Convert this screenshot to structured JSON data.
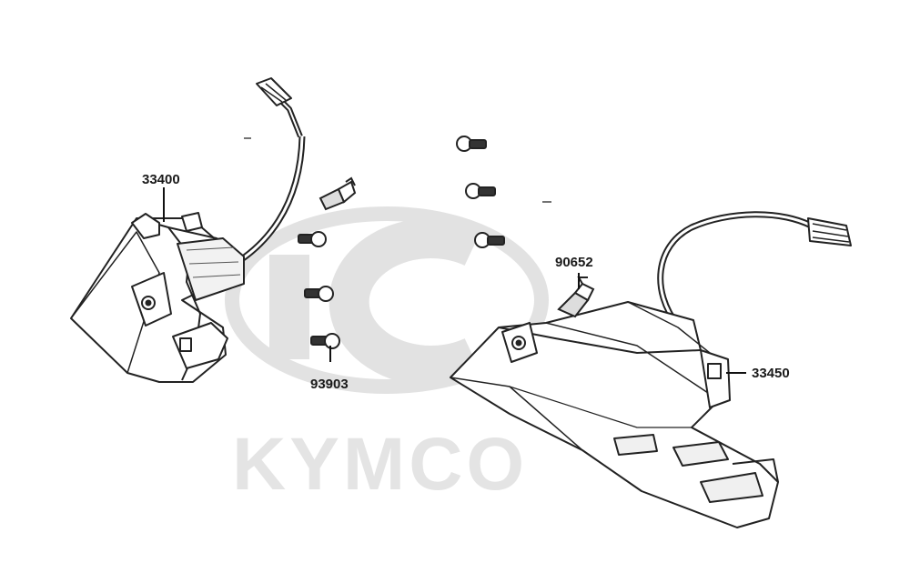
{
  "watermark": {
    "brand": "KYMCO"
  },
  "parts": {
    "left_light": "33400",
    "right_light": "33450",
    "fastener_clip": "90652",
    "screw": "93903"
  }
}
